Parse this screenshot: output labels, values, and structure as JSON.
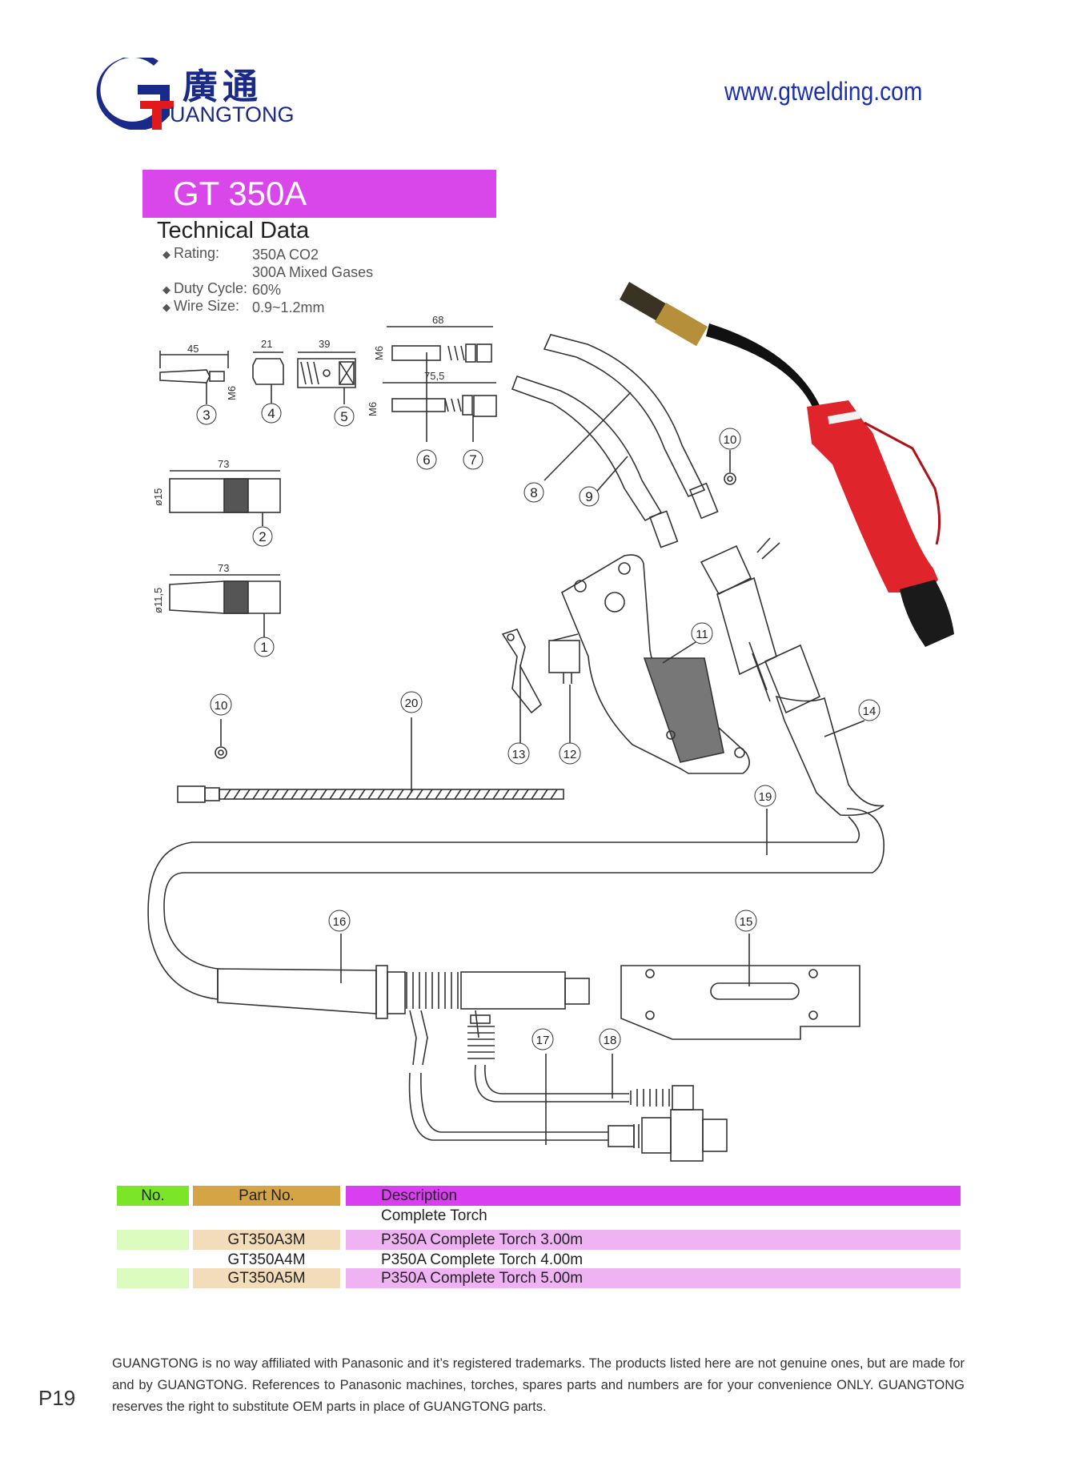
{
  "header": {
    "logo_cn": "廣通",
    "logo_en": "UANGTONG",
    "website": "www.gtwelding.com"
  },
  "title": "GT 350A",
  "technical": {
    "heading": "Technical Data",
    "rating_label": "Rating:",
    "rating_value_1": "350A CO2",
    "rating_value_2": "300A Mixed Gases",
    "duty_label": "Duty Cycle:",
    "duty_value": "60%",
    "wire_label": "Wire Size:",
    "wire_value": "0.9~1.2mm"
  },
  "dimensions": {
    "d3": "45",
    "d4": "21",
    "d5": "39",
    "d6": "68",
    "d7": "75,5",
    "d2": "73",
    "d1": "73",
    "m6": "M6",
    "dia15": "ø15",
    "dia115": "ø11,5"
  },
  "callouts": [
    "1",
    "2",
    "3",
    "4",
    "5",
    "6",
    "7",
    "8",
    "9",
    "10",
    "10",
    "11",
    "12",
    "13",
    "14",
    "15",
    "16",
    "17",
    "18",
    "19",
    "20"
  ],
  "table": {
    "headers": {
      "no": "No.",
      "part": "Part No.",
      "desc": "Description"
    },
    "rows": [
      {
        "no": "",
        "part": "",
        "desc": "Complete Torch"
      },
      {
        "no": "",
        "part": "GT350A3M",
        "desc": "P350A Complete Torch 3.00m"
      },
      {
        "no": "",
        "part": "GT350A4M",
        "desc": "P350A Complete Torch 4.00m"
      },
      {
        "no": "",
        "part": "GT350A5M",
        "desc": "P350A Complete Torch 5.00m"
      }
    ]
  },
  "footer": {
    "disclaimer": "GUANGTONG is no way affiliated with Panasonic and it’s registered trademarks. The products listed here are not genuine ones, but are made for and by GUANGTONG. References to Panasonic machines, torches, spares parts and numbers are for your convenience ONLY. GUANGTONG reserves the right to substitute OEM parts in place of GUANGTONG parts.",
    "page": "P19"
  },
  "colors": {
    "brand_blue": "#1a2a8a",
    "logo_red": "#e01a1a",
    "title_magenta": "#d946ea",
    "handle_red": "#e0242b"
  },
  "icons": [
    "logo-g-icon",
    "diamond-bullet-icon",
    "torch-photo"
  ]
}
